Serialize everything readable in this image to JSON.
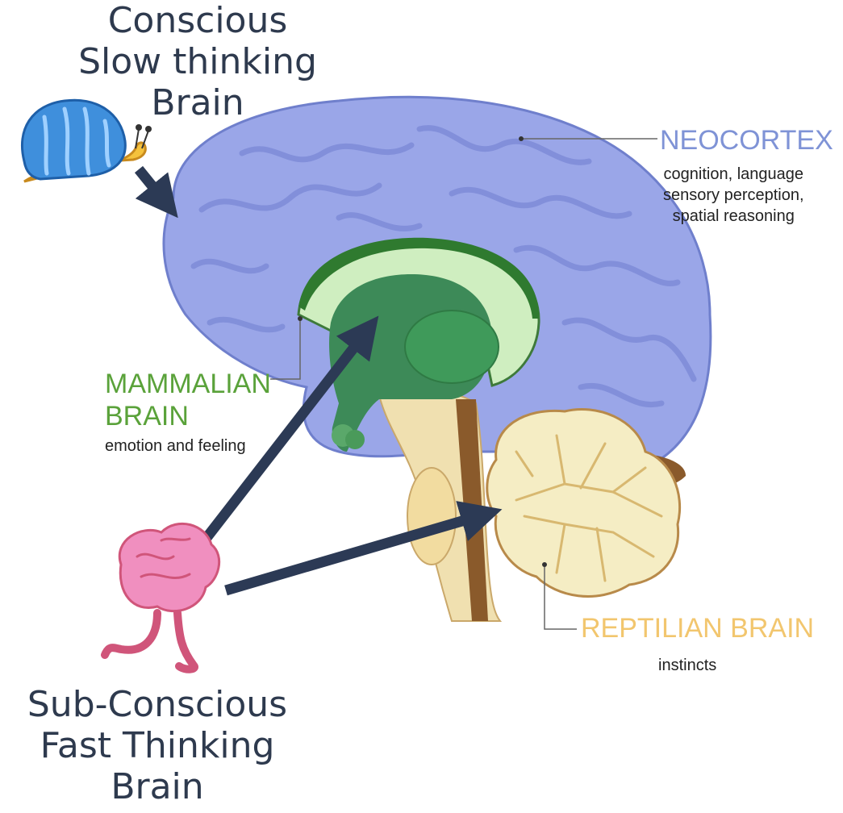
{
  "titles": {
    "slow": [
      "Conscious",
      "Slow thinking",
      "Brain"
    ],
    "fast": [
      "Sub-Conscious",
      "Fast Thinking",
      "Brain"
    ]
  },
  "regions": {
    "neocortex": {
      "label": "NEOCORTEX",
      "description": [
        "cognition, language",
        "sensory perception,",
        "spatial reasoning"
      ]
    },
    "mammalian": {
      "label": [
        "MAMMALIAN",
        "BRAIN"
      ],
      "description": "emotion and feeling"
    },
    "reptilian": {
      "label": "REPTILIAN BRAIN",
      "description": "instincts"
    }
  },
  "icons": [
    "snail-brain-icon",
    "running-brain-icon"
  ],
  "colors": {
    "title": "#2e3a4e",
    "arrow": "#2c3a55",
    "neocortex_label": "#7f93d6",
    "neocortex_fill": "#9aa6e8",
    "mammalian_label": "#5aa23a",
    "mammalian_fill": "#3d8a58",
    "reptilian_label": "#f2c66e",
    "reptilian_fill": "#f5edc4",
    "running_brain": "#f08fbf",
    "snail_shell": "#3f8fdc",
    "snail_body": "#f5c23c"
  }
}
